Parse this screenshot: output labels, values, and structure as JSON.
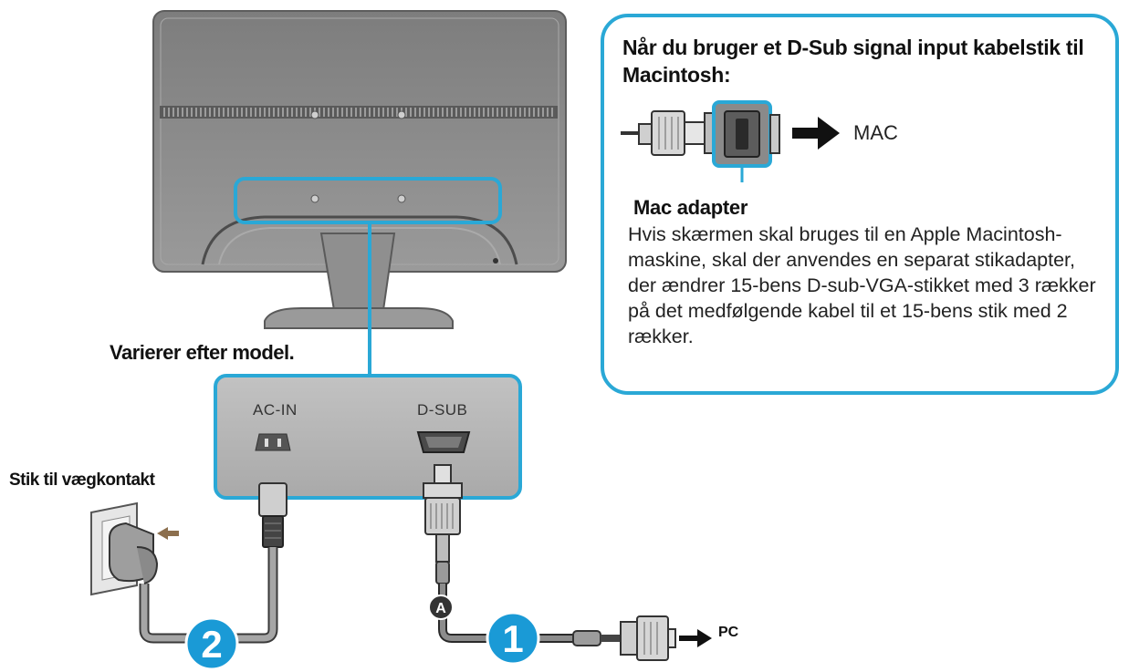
{
  "labels": {
    "variant_note": "Varierer efter model.",
    "wall_outlet": "Stik til vægkontakt",
    "ac_in": "AC-IN",
    "d_sub": "D-SUB",
    "pc": "PC",
    "mac": "MAC",
    "step_1": "1",
    "step_2": "2",
    "cable_a": "A"
  },
  "info_box": {
    "heading": "Når du bruger et D-Sub signal input kabelstik til Macintosh:",
    "adapter_title": "Mac adapter",
    "adapter_description": " Hvis skærmen skal bruges til en Apple Macintosh-maskine, skal der anvendes en separat stikadapter, der ændrer 15-bens D-sub-VGA-stikket med 3 rækker på det medfølgende kabel til et 15-bens stik med 2 rækker."
  },
  "colors": {
    "accent": "#2aa8d6",
    "step_badge": "#1a9ad6",
    "monitor_body": "#8d8d8d",
    "panel": "#b5b5b5",
    "cable": "#8a8a8a"
  }
}
